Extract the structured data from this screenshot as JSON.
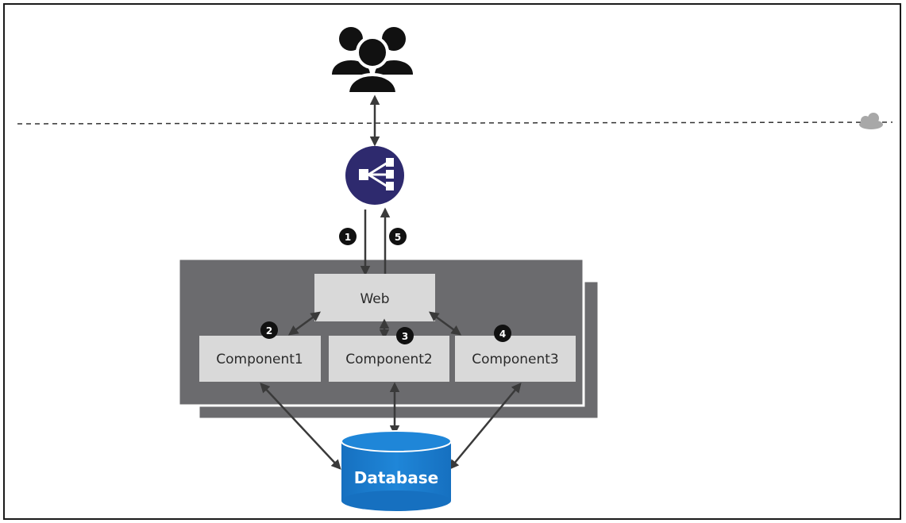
{
  "nodes": {
    "users": {
      "icon": "users-group-icon"
    },
    "load_balancer": {
      "icon": "load-balancer-icon",
      "color": "#2e2a6e"
    },
    "cloud": {
      "icon": "cloud-icon"
    },
    "web": {
      "label": "Web"
    },
    "component1": {
      "label": "Component1"
    },
    "component2": {
      "label": "Component2"
    },
    "component3": {
      "label": "Component3"
    },
    "database": {
      "label": "Database",
      "color": "#1a7fd1"
    }
  },
  "badges": {
    "b1": "1",
    "b2": "2",
    "b3": "3",
    "b4": "4",
    "b5": "5"
  },
  "colors": {
    "container_dark": "#6b6b6e",
    "box_light": "#d9d9d9",
    "arrow": "#3a3a3a"
  }
}
